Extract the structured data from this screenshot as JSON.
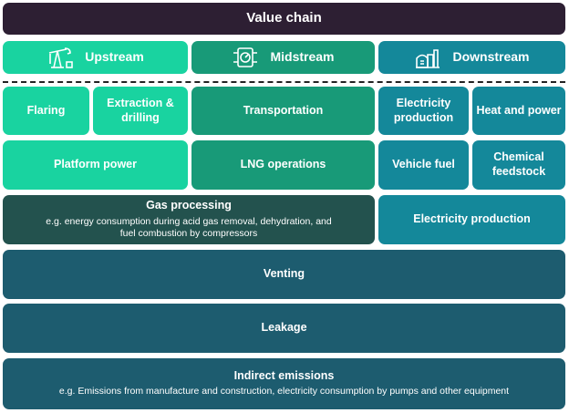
{
  "title": "Value chain",
  "stages": {
    "upstream": {
      "label": "Upstream",
      "icon": "oil-pump-icon"
    },
    "midstream": {
      "label": "Midstream",
      "icon": "gas-meter-icon"
    },
    "downstream": {
      "label": "Downstream",
      "icon": "refinery-icon"
    }
  },
  "upstream": {
    "flaring": "Flaring",
    "extraction": "Extraction & drilling",
    "platform_power": "Platform power"
  },
  "midstream": {
    "transportation": "Transportation",
    "lng": "LNG operations"
  },
  "downstream": {
    "electricity_production": "Electricity production",
    "heat_and_power": "Heat and power",
    "vehicle_fuel": "Vehicle fuel",
    "chemical_feedstock": "Chemical feedstock",
    "electricity_production_2": "Electricity production"
  },
  "gas_processing": {
    "title": "Gas processing",
    "desc": "e.g. energy consumption during acid gas removal, dehydration, and fuel combustion by compressors"
  },
  "venting": "Venting",
  "leakage": "Leakage",
  "indirect": {
    "title": "Indirect emissions",
    "desc": "e.g. Emissions from manufacture and construction, electricity consumption by pumps and other equipment"
  },
  "colors": {
    "title_bg": "#2d1f33",
    "upstream": "#19d3a0",
    "midstream": "#189a78",
    "downstream": "#14889a",
    "gas_processing": "#23524e",
    "cross_chain": "#1d5c6f"
  }
}
